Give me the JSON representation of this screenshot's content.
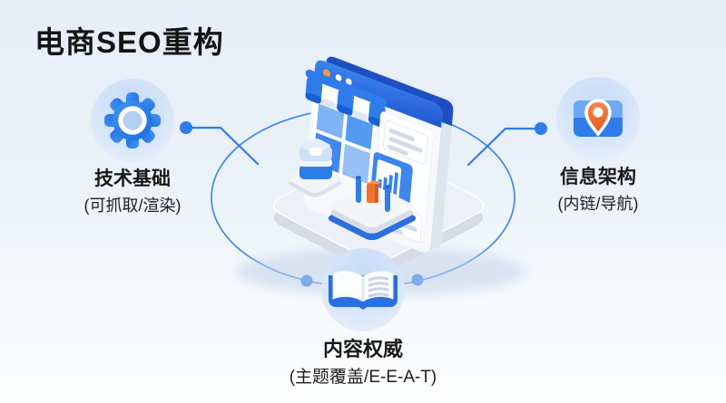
{
  "title": "电商SEO重构",
  "colors": {
    "accent_blue": "#2B7DE9",
    "titlebar_blue": "#2C63DB",
    "orange": "#F0713A",
    "background_top": "#E7EEF7",
    "background_bottom": "#FDFEFF",
    "text": "#191919"
  },
  "nodes": {
    "left": {
      "label": "技术基础",
      "sub": "(可抓取/渲染)",
      "icon": "gear-icon"
    },
    "right": {
      "label": "信息架构",
      "sub": "(内链/导航)",
      "icon": "map-pin-icon"
    },
    "bottom": {
      "label": "内容权威",
      "sub": "(主题覆盖/E-E-A-T)",
      "icon": "open-book-icon"
    }
  },
  "illustration": {
    "name": "isometric-storefront-browser"
  }
}
